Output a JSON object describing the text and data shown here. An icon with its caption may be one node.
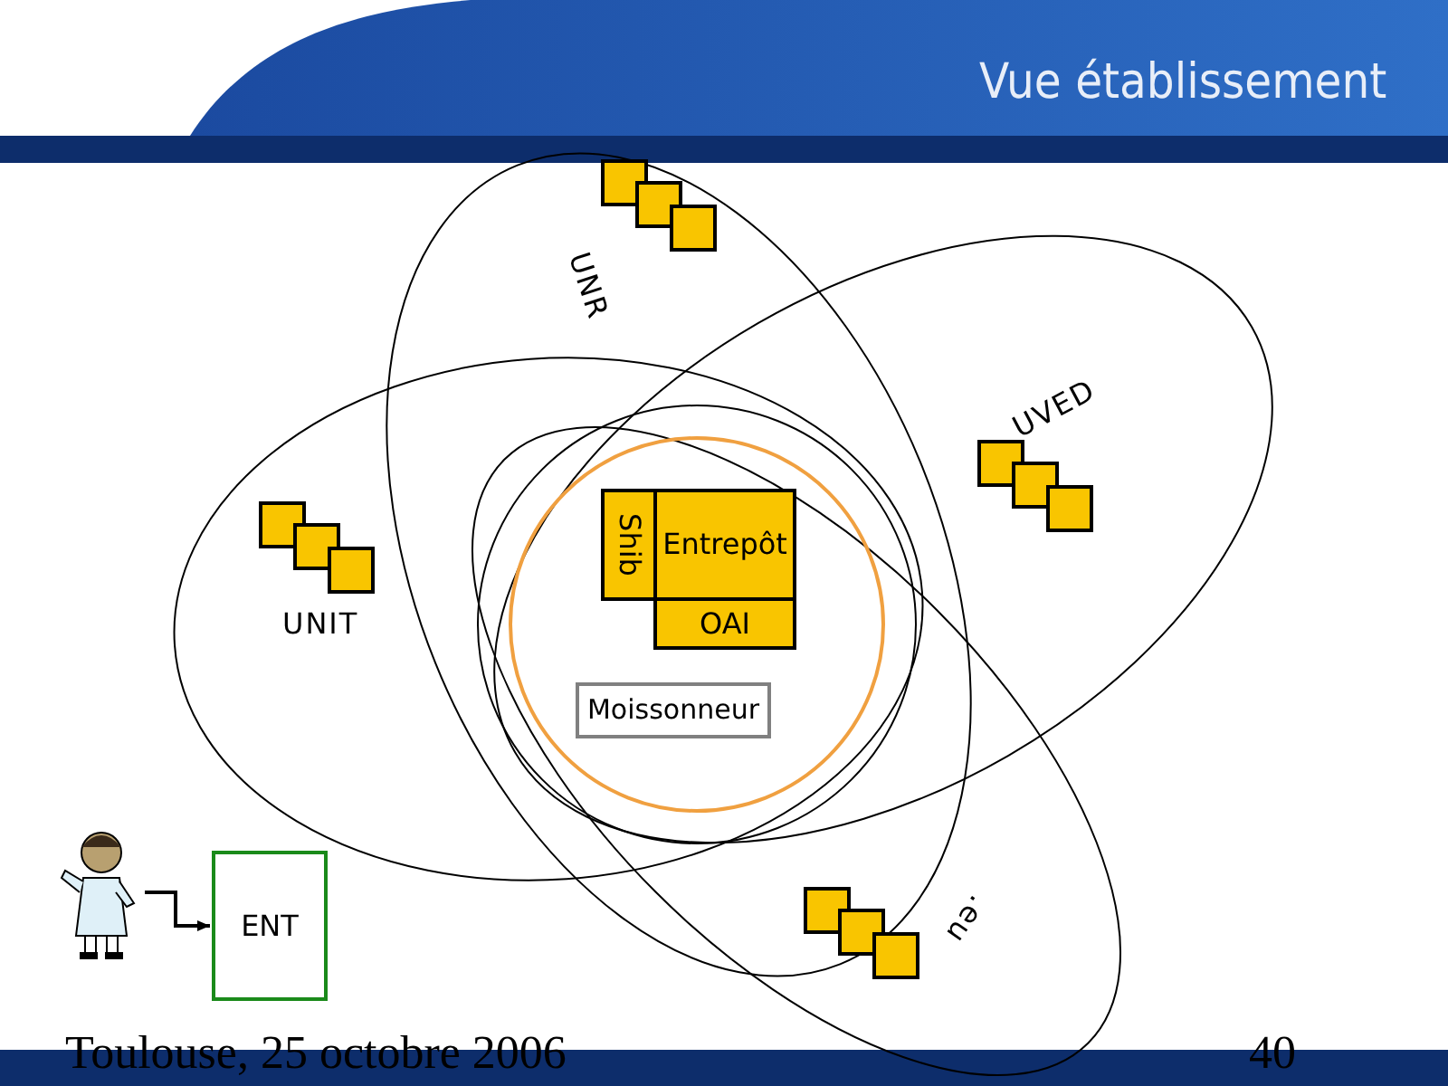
{
  "diagram": {
    "title": "Vue établissement",
    "nodes": [
      {
        "text": [
          "UNR"
        ]
      },
      {
        "text": [
          "UVED"
        ]
      },
      {
        "text": [
          "UNIT"
        ]
      },
      {
        "text": [
          ".eu"
        ]
      },
      {
        "text": [],
        "shape": "circle"
      },
      {
        "text": [],
        "shape": "circle",
        "in": 4
      },
      {
        "text": [
          "Shib"
        ],
        "in": 5
      },
      {
        "text": [
          "Entrepôt"
        ],
        "in": 5
      },
      {
        "text": [
          "OAI"
        ],
        "in": 5
      },
      {
        "text": [
          "Moissonneur"
        ],
        "in": 5
      },
      {
        "text": [
          "ENT"
        ]
      },
      {
        "text": [],
        "shape": "person"
      }
    ],
    "edges": [
      {
        "from": 11,
        "to": 10,
        "arrow": "to"
      }
    ],
    "labels": [
      "Toulouse, 25 octobre 2006",
      "40"
    ]
  }
}
